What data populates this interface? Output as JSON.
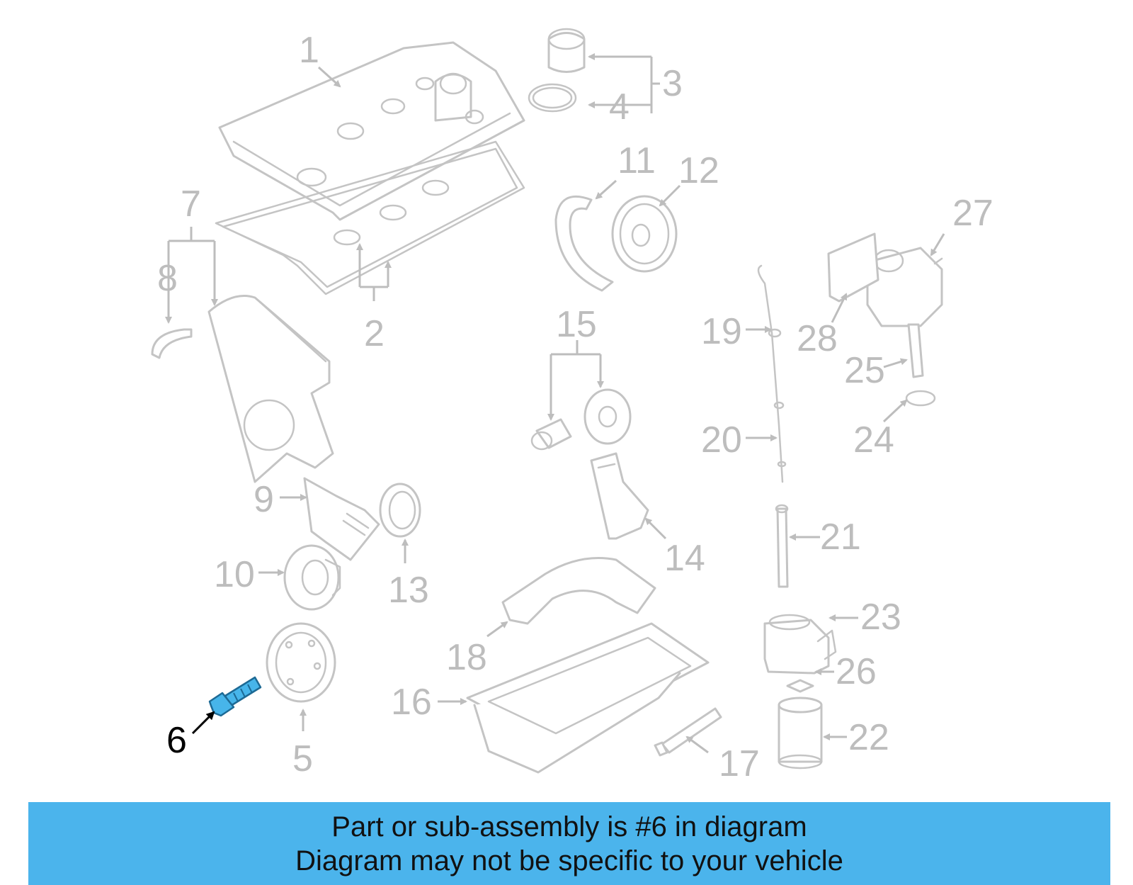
{
  "callouts": {
    "c1": "1",
    "c2": "2",
    "c3": "3",
    "c4": "4",
    "c5": "5",
    "c6": "6",
    "c7": "7",
    "c8": "8",
    "c9": "9",
    "c10": "10",
    "c11": "11",
    "c12": "12",
    "c13": "13",
    "c14": "14",
    "c15": "15",
    "c16": "16",
    "c17": "17",
    "c18": "18",
    "c19": "19",
    "c20": "20",
    "c21": "21",
    "c22": "22",
    "c23": "23",
    "c24": "24",
    "c25": "25",
    "c26": "26",
    "c27": "27",
    "c28": "28"
  },
  "highlighted_part": "6",
  "colors": {
    "highlight": "#47b5ea",
    "banner": "#4bb4ec",
    "faded": "#c4c4c4"
  },
  "banner": {
    "line1": "Part or sub-assembly is #6 in diagram",
    "line2": "Diagram may not be specific to your vehicle"
  }
}
